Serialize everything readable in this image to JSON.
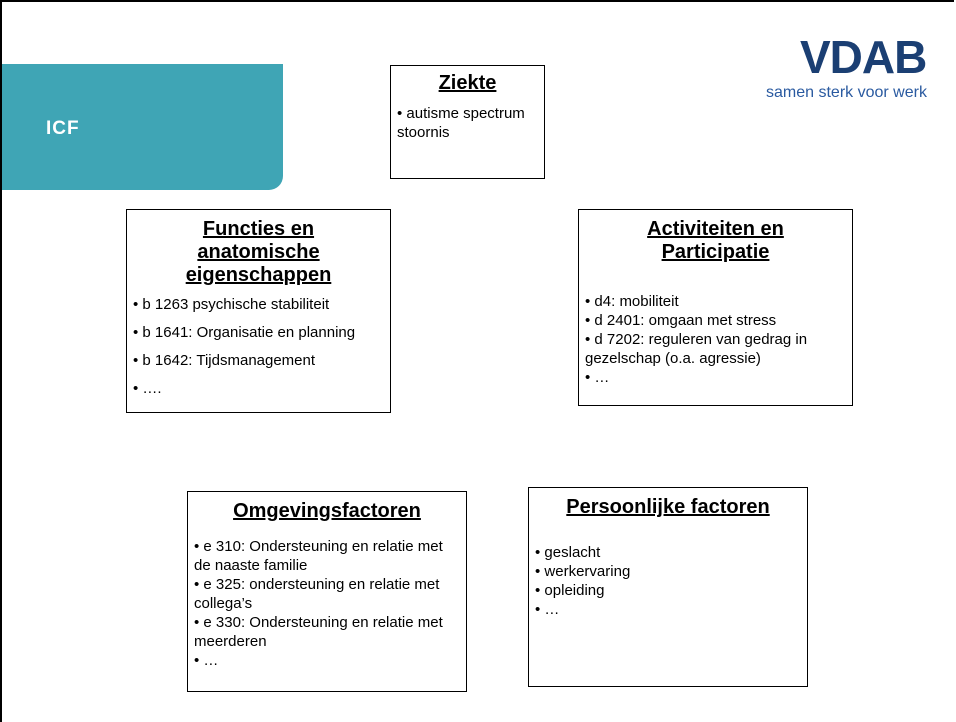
{
  "tab": {
    "label": "ICF"
  },
  "logo": {
    "name": "VDAB",
    "tagline": "samen sterk voor werk"
  },
  "boxes": {
    "ziekte": {
      "title": "Ziekte",
      "items": [
        "autisme spectrum stoornis"
      ]
    },
    "functies": {
      "title": "Functies en anatomische eigenschappen",
      "items": [
        "b 1263 psychische stabiliteit",
        "b 1641: Organisatie en planning",
        "b 1642: Tijdsmanagement",
        "…."
      ]
    },
    "activiteiten": {
      "title": "Activiteiten en Participatie",
      "items": [
        "d4: mobiliteit",
        "d 2401: omgaan met stress",
        "d 7202: reguleren van gedrag in gezelschap (o.a. agressie)",
        "…"
      ]
    },
    "omgeving": {
      "title": "Omgevingsfactoren",
      "items": [
        "e 310: Ondersteuning en relatie met de naaste familie",
        "e 325: ondersteuning en relatie met collega’s",
        "e 330: Ondersteuning en relatie met meerderen",
        "…"
      ]
    },
    "persoonlijk": {
      "title": "Persoonlijke factoren",
      "items": [
        "geslacht",
        "werkervaring",
        "opleiding",
        "…"
      ]
    }
  }
}
